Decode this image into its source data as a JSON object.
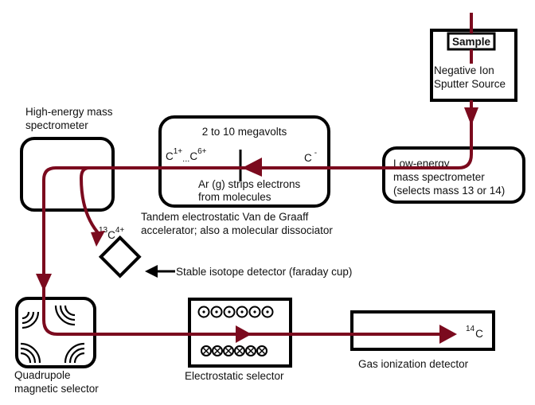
{
  "colors": {
    "beam": "#7b0a1e",
    "outline": "#000000",
    "text": "#111111",
    "background": "#ffffff"
  },
  "components": {
    "sputter_source": {
      "sample_label": "Sample",
      "label_line1": "Negative Ion",
      "label_line2": "Sputter Source"
    },
    "low_energy_ms": {
      "line1": "Low-energy",
      "line2": "mass spectrometer",
      "line3": "(selects mass 13 or 14)"
    },
    "accelerator": {
      "voltage": "2 to 10 megavolts",
      "ion_out_base1": "C",
      "ion_out_sup1": "1+",
      "ion_out_dots": "...",
      "ion_out_base2": "C",
      "ion_out_sup2": "6+",
      "ion_in_base": "C",
      "ion_in_sup": "-",
      "stripper_line1": "Ar (g) strips electrons",
      "stripper_line2": "from molecules",
      "caption_line1": "Tandem electrostatic Van de Graaff",
      "caption_line2": "accelerator;  also a molecular dissociator"
    },
    "high_energy_ms": {
      "line1": "High-energy mass",
      "line2": "spectrometer"
    },
    "faraday_cup": {
      "isotope_mass": "13",
      "isotope_base": "C",
      "isotope_charge": "4+",
      "label": "Stable isotope detector (faraday cup)"
    },
    "quadrupole": {
      "line1": "Quadrupole",
      "line2": "magnetic selector"
    },
    "electrostatic_selector": {
      "label": "Electrostatic selector",
      "field_out_count": 6,
      "field_in_count": 6
    },
    "gas_detector": {
      "label": "Gas ionization detector",
      "isotope_mass": "14",
      "isotope_base": "C"
    }
  }
}
